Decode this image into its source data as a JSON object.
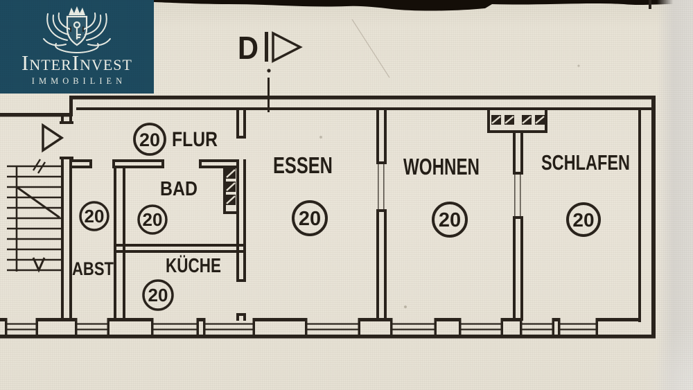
{
  "logo": {
    "title": "InterInvest",
    "subtitle": "IMMOBILIEN"
  },
  "plan": {
    "section_marker": {
      "label": "D"
    },
    "rooms": [
      {
        "id": "flur",
        "label": "FLUR",
        "value": "20"
      },
      {
        "id": "abst",
        "label": "ABST",
        "value": "20"
      },
      {
        "id": "bad",
        "label": "BAD",
        "value": "20"
      },
      {
        "id": "kueche",
        "label": "KÜCHE",
        "value": "20"
      },
      {
        "id": "essen",
        "label": "ESSEN",
        "value": "20"
      },
      {
        "id": "wohnen",
        "label": "WOHNEN",
        "value": "20"
      },
      {
        "id": "schlafen",
        "label": "SCHLAFEN",
        "value": "20"
      }
    ],
    "colors": {
      "ink": "#2a231c",
      "paper": "#e8e3d6",
      "logo_bg": "#1d4a5f",
      "logo_text": "#eef1ea"
    }
  }
}
